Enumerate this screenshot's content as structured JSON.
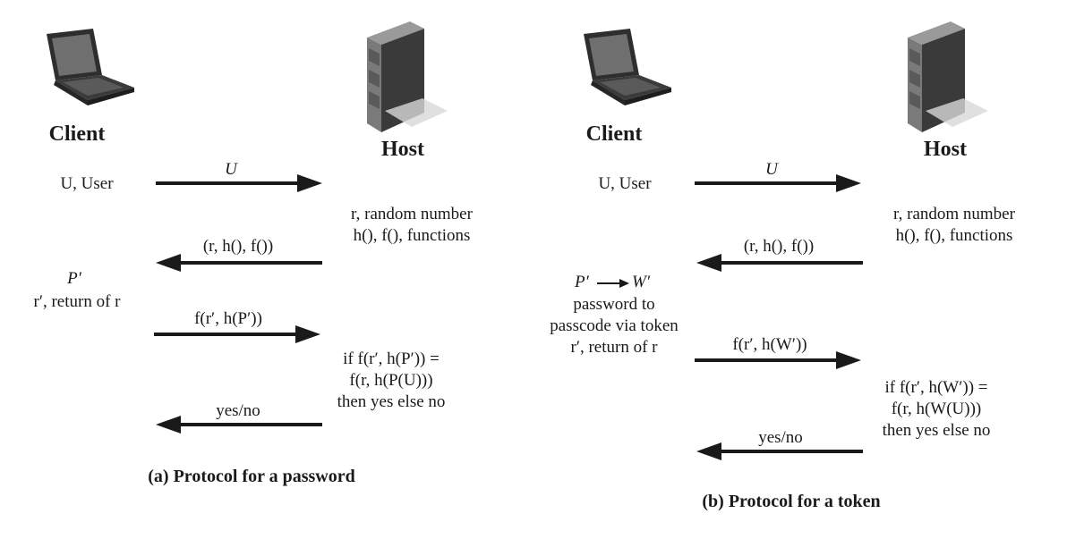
{
  "panel_a": {
    "client_label": "Client",
    "host_label": "Host",
    "client_user": "U, User",
    "msg_u": "U",
    "host_rand_1": "r, random number",
    "host_rand_2": "h(), f(), functions",
    "msg_rhf": "(r, h(), f())",
    "client_p": "P′",
    "client_return": "r′, return of r",
    "msg_frhp": "f(r′, h(P′))",
    "host_if_1": "if f(r′, h(P′)) =",
    "host_if_2": "f(r, h(P(U)))",
    "host_if_3": "then yes else no",
    "msg_yesno": "yes/no",
    "caption": "(a) Protocol for a password"
  },
  "panel_b": {
    "client_label": "Client",
    "host_label": "Host",
    "client_user": "U, User",
    "msg_u": "U",
    "host_rand_1": "r, random number",
    "host_rand_2": "h(), f(), functions",
    "msg_rhf": "(r, h(), f())",
    "client_p": "P′",
    "client_w": "W′",
    "client_pw_1": "password to",
    "client_pw_2": "passcode via token",
    "client_return": "r′, return of r",
    "msg_frhw": "f(r′, h(W′))",
    "host_if_1": "if f(r′, h(W′)) =",
    "host_if_2": "f(r, h(W(U)))",
    "host_if_3": "then yes else no",
    "msg_yesno": "yes/no",
    "caption": "(b) Protocol for a token"
  }
}
